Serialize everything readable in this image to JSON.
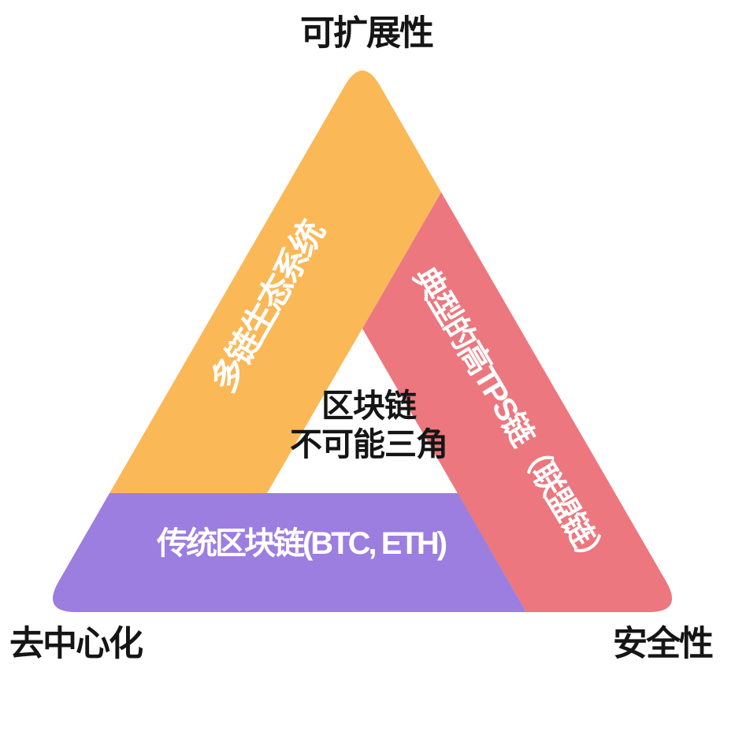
{
  "diagram": {
    "background": "#FFFFFF",
    "center_title": {
      "line1": "区块链",
      "line2": "不可能三角",
      "color": "#151515"
    },
    "vertex_labels": {
      "top": "可扩展性",
      "bottom_left": "去中心化",
      "bottom_right": "安全性",
      "color": "#151515"
    },
    "bands": {
      "left": {
        "label": "多链生态系统",
        "fill": "#FBB857",
        "text_color": "#FFFFFF"
      },
      "right": {
        "label": "典型的高TPS链（联盟链）",
        "fill": "#EC777E",
        "text_color": "#FFFFFF"
      },
      "bottom": {
        "label": "传统区块链(BTC, ETH)",
        "fill": "#9C7DE0",
        "text_color": "#FFFFFF"
      }
    }
  }
}
